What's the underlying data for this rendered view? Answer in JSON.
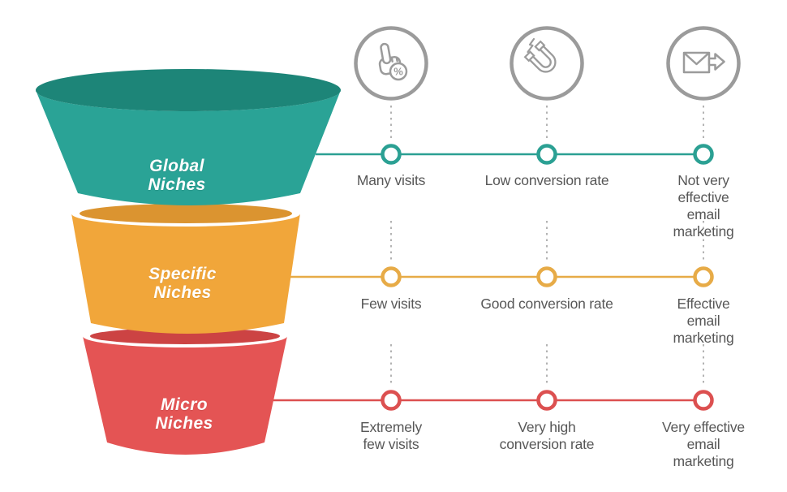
{
  "title": "Niche marketing funnel infographic",
  "colors": {
    "teal": "#2AA396",
    "teal_dark": "#1D8578",
    "teal_line": "#2BA093",
    "orange": "#F1A63A",
    "orange_dark": "#DB9430",
    "orange_line": "#E7AB47",
    "red": "#E45454",
    "red_dark": "#CC4343",
    "red_line": "#DC5050",
    "icon_gray": "#9B9B9B",
    "dotted_gray": "#B3B3B3",
    "text_gray": "#575757",
    "funnel_text": "#FFFFFF",
    "node_fill": "#FFFFFF"
  },
  "funnel": {
    "tiers": [
      {
        "id": "global",
        "label": "Global\nNiches"
      },
      {
        "id": "specific",
        "label": "Specific\nNiches"
      },
      {
        "id": "micro",
        "label": "Micro\nNiches"
      }
    ]
  },
  "icons": {
    "click_rate": "hand-click-percent-icon",
    "magnet": "magnet-attract-icon",
    "email": "email-send-icon",
    "percent_label": "%"
  },
  "rows": [
    {
      "tier": "Global Niches",
      "cells": [
        "Many visits",
        "Low conversion rate",
        "Not very effective\nemail marketing"
      ]
    },
    {
      "tier": "Specific Niches",
      "cells": [
        "Few visits",
        "Good conversion rate",
        "Effective\nemail marketing"
      ]
    },
    {
      "tier": "Micro Niches",
      "cells": [
        "Extremely\nfew visits",
        "Very high\nconversion rate",
        "Very effective\nemail marketing"
      ]
    }
  ]
}
